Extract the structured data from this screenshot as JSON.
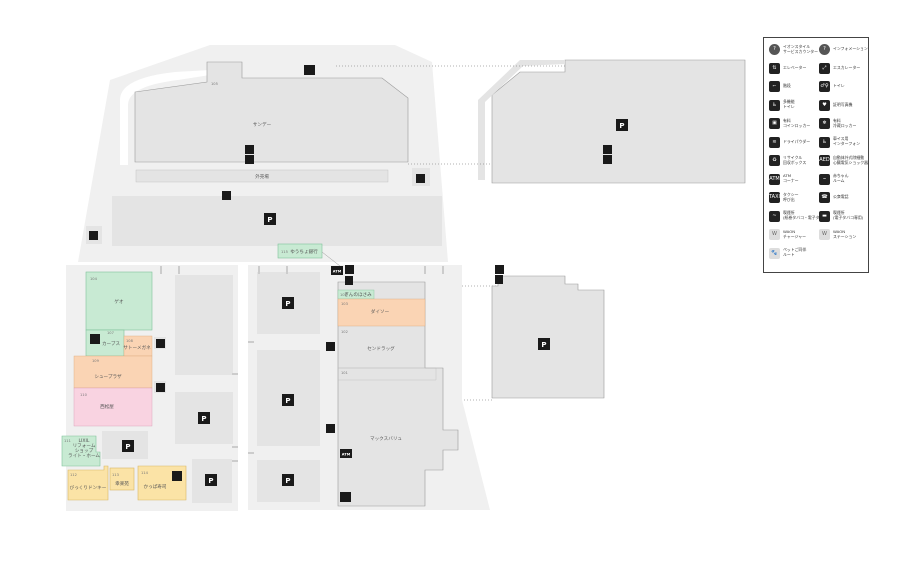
{
  "map": {
    "stores": {
      "s105": {
        "num": "105",
        "name": "サンデー"
      },
      "outside_parking_label": "外売場",
      "s115": {
        "num": "115",
        "name": "ゆうちょ銀行"
      },
      "s104": {
        "num": "104",
        "name": "ゲオ"
      },
      "s107": {
        "num": "107",
        "name": "カーブス"
      },
      "s108": {
        "num": "108",
        "name": "サトーメガネ"
      },
      "s109": {
        "num": "109",
        "name": "シュープラザ"
      },
      "s110": {
        "num": "110",
        "name": "西松屋"
      },
      "s111": {
        "num": "111",
        "name": "LIXIL\nリフォーム\nショップ\nライト・ホーム"
      },
      "s112": {
        "num": "112",
        "name": "びっくりドンキー"
      },
      "s113": {
        "num": "113",
        "name": "幸楽苑"
      },
      "s114": {
        "num": "114",
        "name": "かっぱ寿司"
      },
      "s106": {
        "num": "106",
        "name": "ぎんのほさみ"
      },
      "s103": {
        "num": "103",
        "name": "ダイソー"
      },
      "s102": {
        "num": "102",
        "name": "センドラッグ"
      },
      "s101": {
        "num": "101",
        "name": "マックスバリュ"
      }
    },
    "parking_symbol": "P",
    "atm_symbol": "ATM",
    "colors": {
      "background": "#ffffff",
      "site": "#f0f0f0",
      "building": "#e4e4e4",
      "outline": "#999999",
      "green": "#c8ead3",
      "green_line": "#7fc29a",
      "orange": "#fad4b4",
      "pink": "#f9d3e1",
      "yellow": "#fbe3a6",
      "yellow_line": "#d9b665",
      "icon_dark": "#1a1a1a"
    }
  },
  "legend": {
    "items": [
      {
        "icon": "question-icon",
        "glyph": "?",
        "text": "イオンスタイル\nサービスカウンター",
        "style": "round"
      },
      {
        "icon": "information-icon",
        "glyph": "?",
        "text": "インフォメーション",
        "style": "round"
      },
      {
        "icon": "elevator-icon",
        "glyph": "⇅",
        "text": "エレベーター"
      },
      {
        "icon": "escalator-icon",
        "glyph": "⤢",
        "text": "エスカレーター"
      },
      {
        "icon": "stairs-icon",
        "glyph": "⌐",
        "text": "階段"
      },
      {
        "icon": "toilet-icon",
        "glyph": "♂♀",
        "text": "トイレ"
      },
      {
        "icon": "multipurpose-toilet-icon",
        "glyph": "♿",
        "text": "多機能\nトイレ"
      },
      {
        "icon": "baby-room-icon",
        "glyph": "♥",
        "text": "証明写真機"
      },
      {
        "icon": "coin-locker-icon",
        "glyph": "▣",
        "text": "有料\nコインロッカー"
      },
      {
        "icon": "cold-locker-icon",
        "glyph": "❄",
        "text": "有料\n冷蔵ロッカー"
      },
      {
        "icon": "dry-powder-icon",
        "glyph": "≋",
        "text": "ドライパウダー"
      },
      {
        "icon": "wheelchair-intercom-icon",
        "glyph": "♿",
        "text": "車イス用\nインターフォン"
      },
      {
        "icon": "recycle-box-icon",
        "glyph": "♻",
        "text": "リサイクル\n回収ボックス"
      },
      {
        "icon": "aed-icon",
        "glyph": "AED",
        "text": "自動体外式除細動\n心臓電気ショック器"
      },
      {
        "icon": "atm-icon",
        "glyph": "ATM",
        "text": "ATM\nコーナー"
      },
      {
        "icon": "baby-icon",
        "glyph": "⌣",
        "text": "赤ちゃん\nルーム"
      },
      {
        "icon": "taxi-icon",
        "glyph": "TAXI",
        "text": "タクシー\n呼び出"
      },
      {
        "icon": "phone-icon",
        "glyph": "☎",
        "text": "公衆電話"
      },
      {
        "icon": "smoking-icon",
        "glyph": "~",
        "text": "喫煙所\n(紙巻タバコ・電子タバコ)"
      },
      {
        "icon": "e-cigarette-icon",
        "glyph": "▬",
        "text": "喫煙所\n(電子タバコ専用)"
      },
      {
        "icon": "waon-charger-icon",
        "glyph": "W",
        "text": "WAON\nチャージャー",
        "style": "light"
      },
      {
        "icon": "waon-station-icon",
        "glyph": "W",
        "text": "WAON\nステーション",
        "style": "light"
      },
      {
        "icon": "pet-route-icon",
        "glyph": "🐾",
        "text": "ペットご同伴\nルート",
        "style": "light"
      }
    ]
  }
}
